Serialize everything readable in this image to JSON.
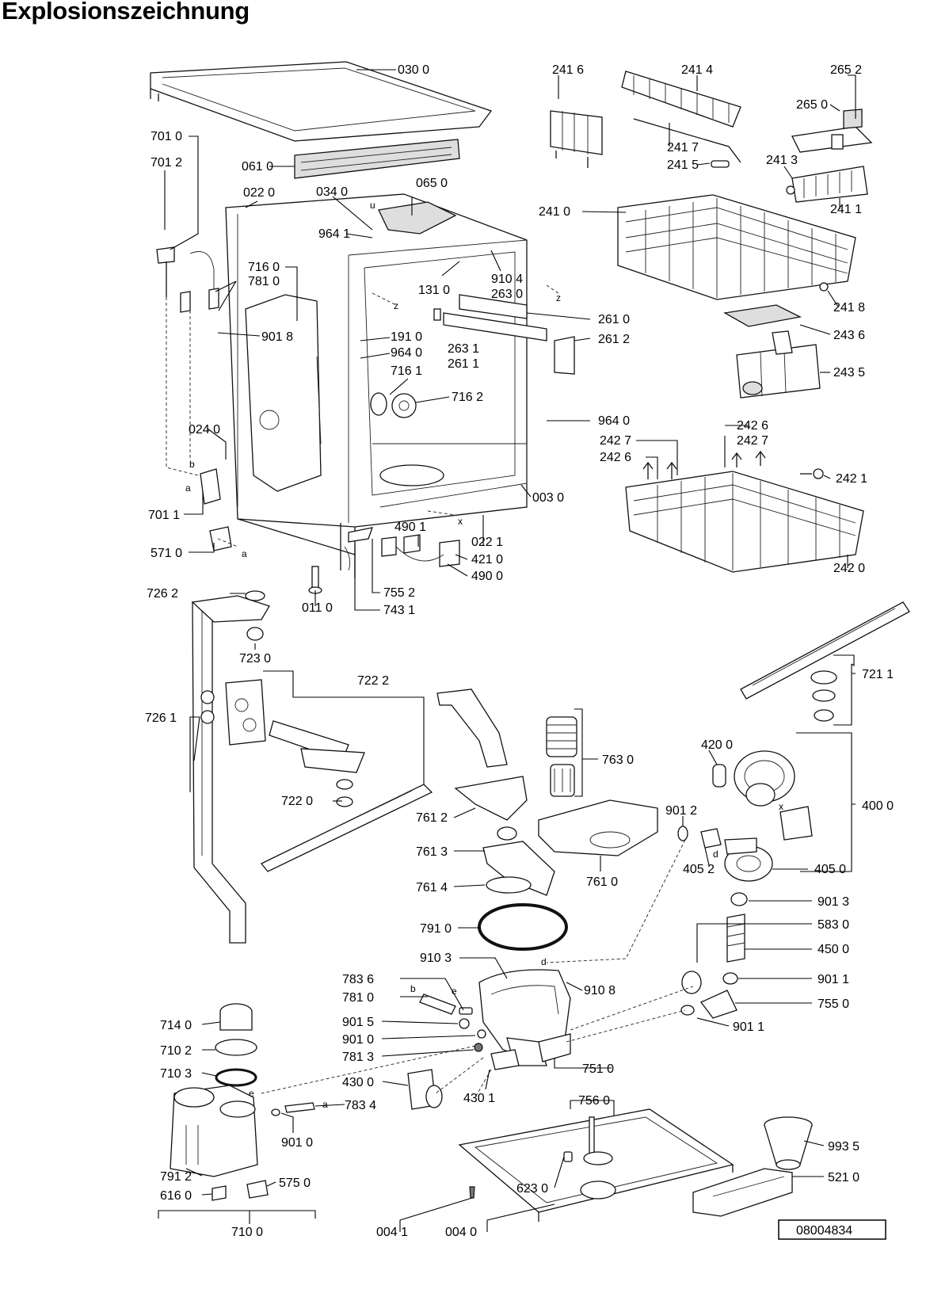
{
  "title": "Explosionszeichnung",
  "document_number": "08004834",
  "part_numbers": {
    "p0300": "030 0",
    "p7010": "701 0",
    "p7012": "701 2",
    "p0610": "061 0",
    "p0220": "022 0",
    "p0340": "034 0",
    "p0650": "065 0",
    "p9641": "964 1",
    "p7160": "716 0",
    "p7810a": "781 0",
    "p9018": "901 8",
    "p1310": "131 0",
    "p9104": "910 4",
    "p2630": "263 0",
    "p1910": "191 0",
    "p9640a": "964 0",
    "p7161": "716 1",
    "p7162": "716 2",
    "p2631": "263 1",
    "p2611": "261 1",
    "p2610": "261 0",
    "p2612": "261 2",
    "p9640b": "964 0",
    "p0240": "024 0",
    "p7011": "701 1",
    "p5710": "571 0",
    "p0030": "003 0",
    "p4901": "490 1",
    "p0221": "022 1",
    "p4210": "421 0",
    "p4900": "490 0",
    "p7552": "755 2",
    "p0110": "011 0",
    "p7431": "743 1",
    "p2416": "241 6",
    "p2414": "241 4",
    "p2652": "265 2",
    "p2650": "265 0",
    "p2417": "241 7",
    "p2415": "241 5",
    "p2413": "241 3",
    "p2411": "241 1",
    "p2410": "241 0",
    "p2418": "241 8",
    "p2436": "243 6",
    "p2435": "243 5",
    "p2426": "242 6",
    "p2427a": "242 7",
    "p2427b": "242 7",
    "p2426b": "242 6",
    "p2421": "242 1",
    "p2420": "242 0",
    "p7262": "726 2",
    "p7230": "723 0",
    "p7222": "722 2",
    "p7261": "726 1",
    "p7220": "722 0",
    "p7612": "761 2",
    "p7613": "761 3",
    "p7614": "761 4",
    "p7630": "763 0",
    "p7610": "761 0",
    "p7211": "721 1",
    "p4200": "420 0",
    "p4000": "400 0",
    "p9012": "901 2",
    "p4052": "405 2",
    "p4050": "405 0",
    "p9013": "901 3",
    "p5830": "583 0",
    "p4500": "450 0",
    "p9011a": "901 1",
    "p7550": "755 0",
    "p9011b": "901 1",
    "p7910": "791 0",
    "p9103": "910 3",
    "p7836": "783 6",
    "p7810b": "781 0",
    "p9108": "910 8",
    "p9015": "901 5",
    "p9010a": "901 0",
    "p7813": "781 3",
    "p7510": "751 0",
    "p4300": "430 0",
    "p4301": "430 1",
    "p7140": "714 0",
    "p7102": "710 2",
    "p7103": "710 3",
    "p7834": "783 4",
    "p9010b": "901 0",
    "p7912": "791 2",
    "p6160": "616 0",
    "p5750": "575 0",
    "p7100": "710 0",
    "p7560": "756 0",
    "p6230": "623 0",
    "p9935": "993 5",
    "p5210": "521 0",
    "p0041": "004 1",
    "p0040": "004 0"
  },
  "connector_letters": {
    "z1": "z",
    "z2": "z",
    "x1": "x",
    "a1": "a",
    "b1": "b",
    "a2": "a",
    "b2": "b",
    "e1": "e",
    "d1": "d",
    "d2": "d",
    "e2": "e",
    "x2": "x",
    "a3": "a",
    "u1": "u"
  }
}
